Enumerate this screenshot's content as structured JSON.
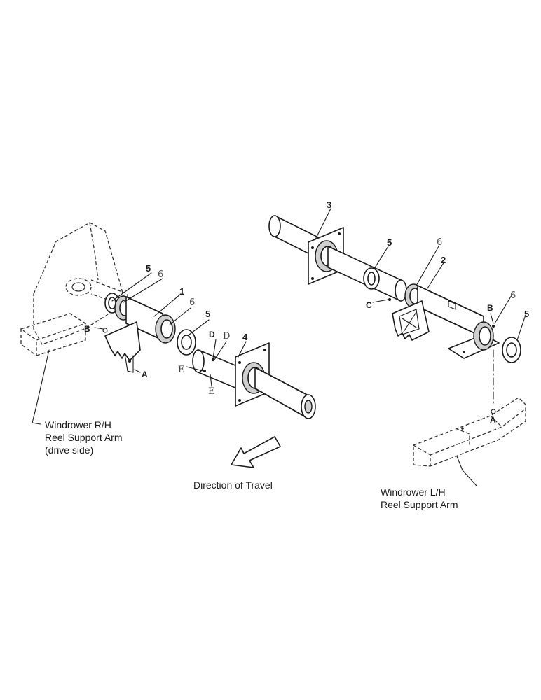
{
  "diagram": {
    "callouts": {
      "part_1": "1",
      "part_2": "2",
      "part_3": "3",
      "part_4": "4",
      "part_5_a": "5",
      "part_5_b": "5",
      "part_5_c": "5",
      "part_5_d": "5",
      "part_6_a": "6",
      "part_6_b": "6",
      "part_6_c": "6",
      "part_6_d": "6"
    },
    "letters": {
      "a_left": "A",
      "b_left": "B",
      "a_right": "A",
      "b_right": "B",
      "c_right": "C",
      "d_bold": "D",
      "d_serif": "D",
      "e_upper": "E",
      "e_lower": "E"
    },
    "captions": {
      "rh_arm_line1": "Windrower R/H",
      "rh_arm_line2": "Reel Support Arm",
      "rh_arm_line3": "(drive side)",
      "direction": "Direction of Travel",
      "lh_arm_line1": "Windrower L/H",
      "lh_arm_line2": "Reel Support Arm"
    }
  }
}
